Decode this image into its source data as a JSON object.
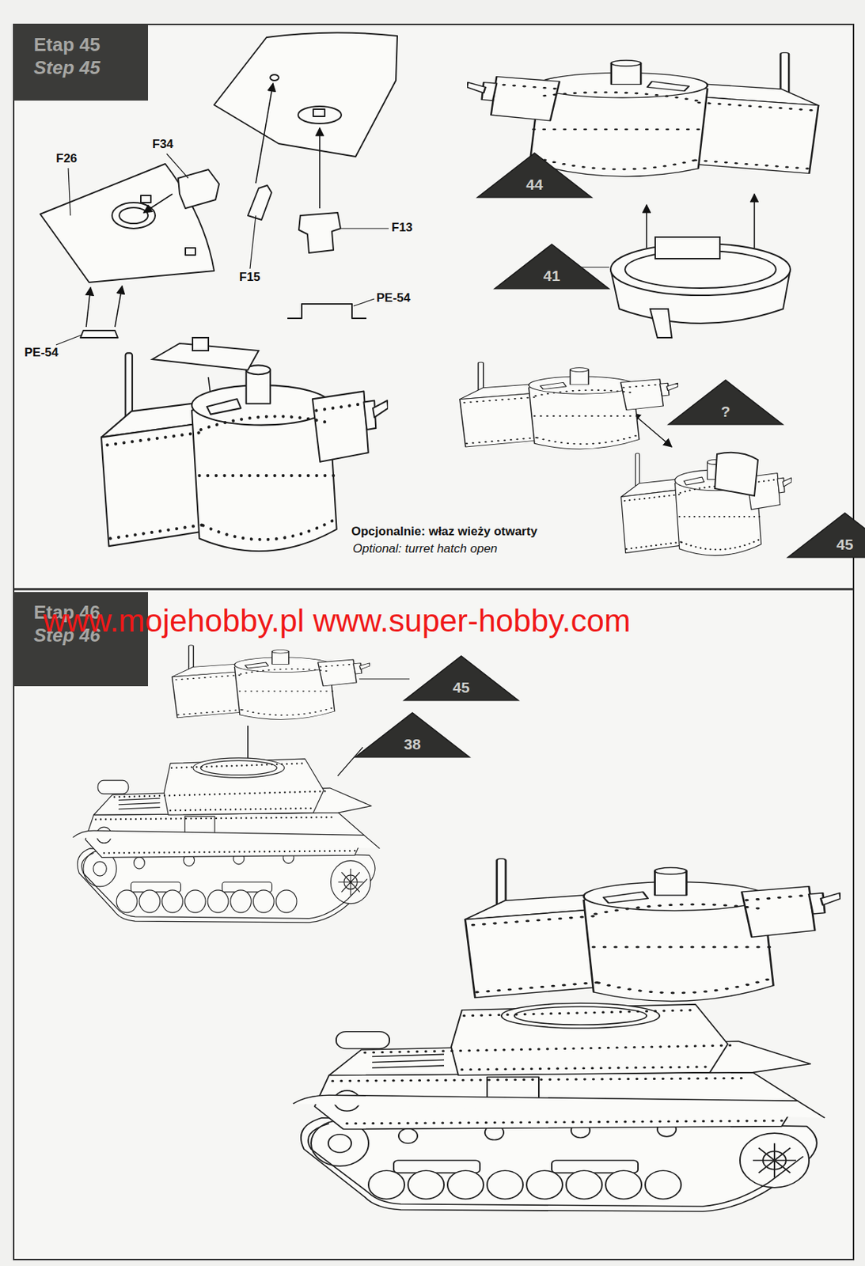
{
  "diagram": {
    "nodes": [
      {
        "text": [
          "Etap 45",
          "Step 45"
        ]
      },
      {
        "text": [
          "44"
        ]
      },
      {
        "text": [
          "41"
        ]
      },
      {
        "text": [
          "?"
        ]
      },
      {
        "text": [
          "45"
        ]
      },
      {
        "text": [
          "Etap 46",
          "Step 46"
        ]
      },
      {
        "text": [
          "45"
        ]
      },
      {
        "text": [
          "38"
        ]
      }
    ],
    "labels": [
      "F26",
      "F34",
      "F15",
      "F13",
      "PE-54",
      "PE-54",
      "Opcjonalnie: właz wieży otwarty",
      "Optional: turret hatch open",
      "www.mojehobby.pl www.super-hobby.com"
    ]
  }
}
